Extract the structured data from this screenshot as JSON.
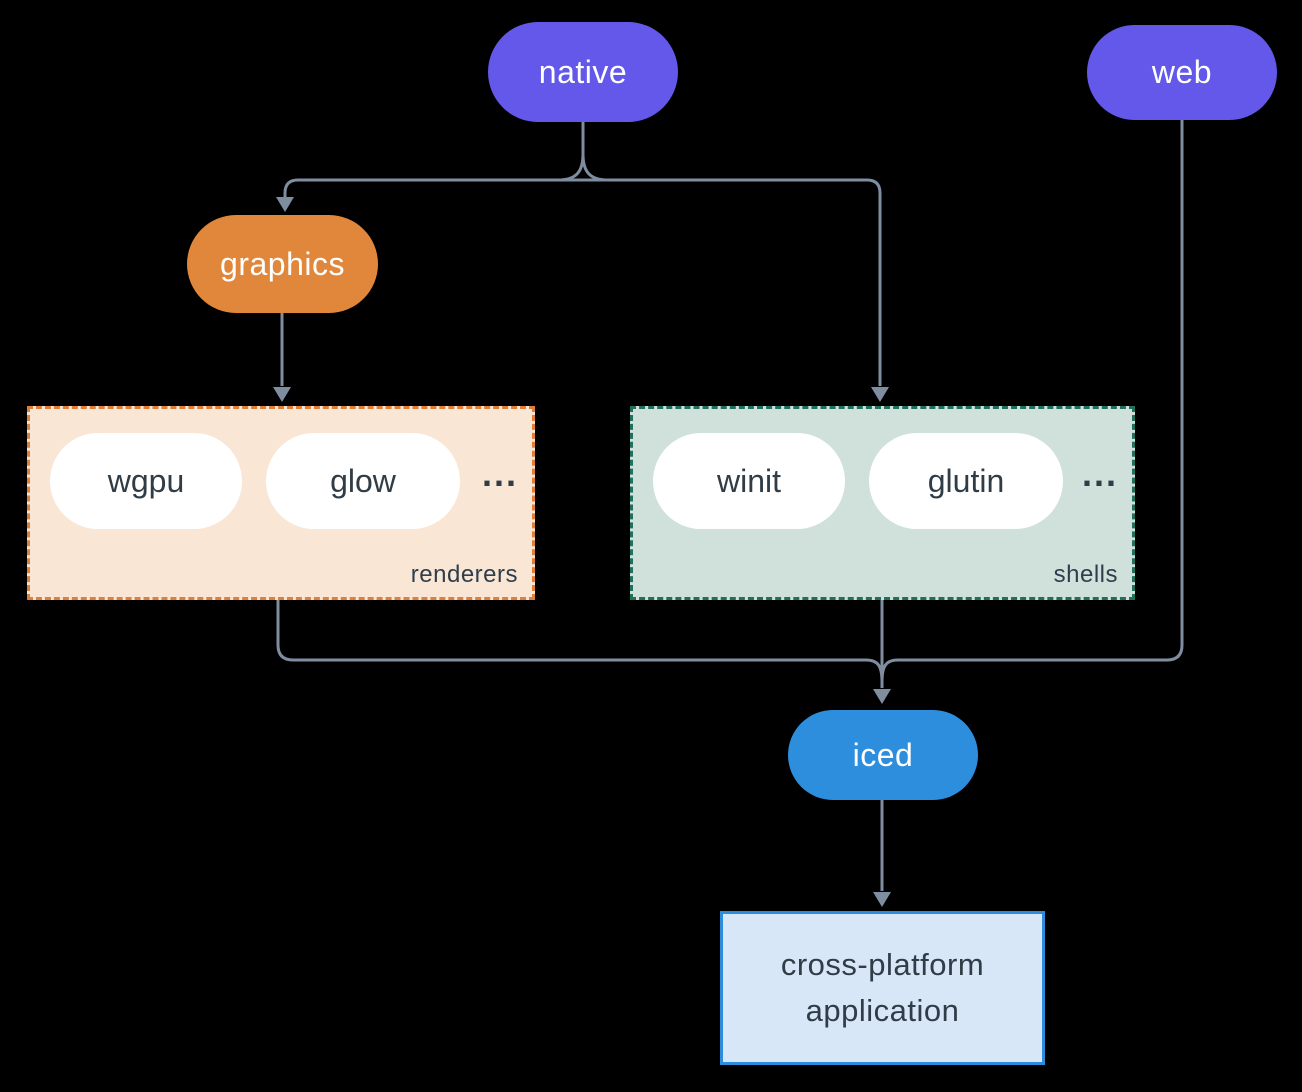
{
  "diagram": {
    "nodes": {
      "native": {
        "label": "native",
        "color": "#6358E9"
      },
      "web": {
        "label": "web",
        "color": "#6358E9"
      },
      "graphics": {
        "label": "graphics",
        "color": "#E1873C"
      },
      "iced": {
        "label": "iced",
        "color": "#2E8EDE"
      },
      "app": {
        "label_line1": "cross-platform",
        "label_line2": "application",
        "fill": "#D7E7F8",
        "border": "#2D8CDB"
      }
    },
    "groups": {
      "renderers": {
        "label": "renderers",
        "items": [
          "wgpu",
          "glow"
        ],
        "ellipsis": "...",
        "fill": "#FAE6D5",
        "border": "#DF7F38"
      },
      "shells": {
        "label": "shells",
        "items": [
          "winit",
          "glutin"
        ],
        "ellipsis": "...",
        "fill": "#CFE1DA",
        "border": "#20705C"
      }
    },
    "colors": {
      "background": "#000000",
      "connector": "#7F8DA0",
      "item_text": "#303C46",
      "pill_text": "#FFFFFF"
    }
  }
}
